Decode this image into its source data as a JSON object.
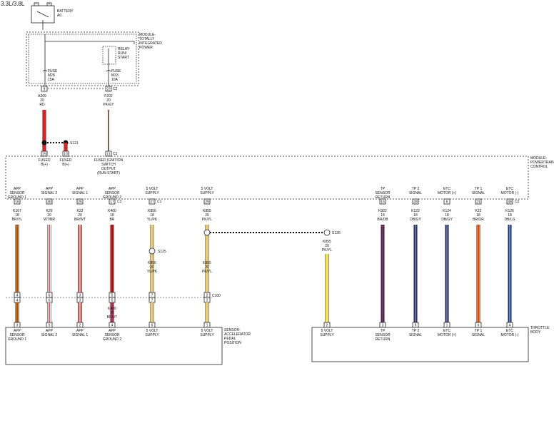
{
  "title": "3.3L/3.8L",
  "battery": {
    "name": "BATTERY",
    "id": "A0"
  },
  "tipm": {
    "lines": [
      "MODULE-",
      "TOTALLY",
      "INTEGRATED",
      "POWER"
    ]
  },
  "relay": {
    "lines": [
      "RELAY-",
      "RUN/",
      "START"
    ]
  },
  "fuse_left": {
    "lines": [
      "FUSE",
      "M28",
      "15A"
    ]
  },
  "fuse_right": {
    "lines": [
      "FUSE",
      "M33",
      "10A"
    ]
  },
  "tipm_connectors": {
    "pin_left": "9",
    "pin_right": "22",
    "conn": "C2"
  },
  "wire_a209": {
    "lines": [
      "A209",
      "20",
      "RD"
    ]
  },
  "wire_f202": {
    "lines": [
      "F202",
      "20",
      "PK/GY"
    ]
  },
  "splice_s121": "S121",
  "pcm_top_pins": {
    "p29": "29",
    "p10": "10",
    "p11": "11",
    "conn": "C1"
  },
  "pcm_top_labels": {
    "fused_b1": [
      "FUSED",
      "B(+)"
    ],
    "fused_b2": [
      "FUSED",
      "B(+)"
    ],
    "fused_ign": [
      "FUSED IGNITION",
      "SWITCH",
      "OUTPUT",
      "(RUN-START)"
    ]
  },
  "pcm": {
    "lines": [
      "MODULE-",
      "POWERTRAIN",
      "CONTROL"
    ]
  },
  "pcm_pins": [
    {
      "label": [
        "APP",
        "SENSOR",
        "GROUND 1"
      ],
      "pin": "16",
      "conn": "",
      "wire": [
        "K167",
        "18",
        "BR/YL"
      ]
    },
    {
      "label": [
        "APP",
        "SIGNAL 2"
      ],
      "pin": "30",
      "conn": "",
      "wire": [
        "K29",
        "20",
        "WT/BR"
      ]
    },
    {
      "label": [
        "APP",
        "SIGNAL 1"
      ],
      "pin": "25",
      "conn": "",
      "wire": [
        "K23",
        "20",
        "BR/WT"
      ]
    },
    {
      "label": [
        "APP",
        "SENSOR",
        "GROUND 2"
      ],
      "pin": "17",
      "conn": "C3",
      "wire": [
        "K400",
        "18",
        "BR"
      ]
    },
    {
      "label": [
        "5 VOLT",
        "SUPPLY"
      ],
      "pin": "27",
      "conn": "C1",
      "wire": [
        "K856",
        "18",
        "YL/PK"
      ]
    },
    {
      "label": [
        "5 VOLT",
        "SUPPLY"
      ],
      "pin": "29",
      "conn": "",
      "wire": [
        "K855",
        "20",
        "PK/YL"
      ]
    },
    {
      "label": [
        "TP",
        "SENSOR",
        "RETURN"
      ],
      "pin": "15",
      "conn": "",
      "wire": [
        "K922",
        "18",
        "BR/DB"
      ]
    },
    {
      "label": [
        "TP 2",
        "SIGNAL"
      ],
      "pin": "28",
      "conn": "",
      "wire": [
        "K122",
        "18",
        "DB/GY"
      ]
    },
    {
      "label": [
        "ETC",
        "MOTOR (+)"
      ],
      "pin": "6",
      "conn": "",
      "wire": [
        "K124",
        "18",
        "DB/GY"
      ]
    },
    {
      "label": [
        "TP 1",
        "SIGNAL"
      ],
      "pin": "21",
      "conn": "",
      "wire": [
        "K22",
        "18",
        "BR/OR"
      ]
    },
    {
      "label": [
        "ETC",
        "MOTOR (-)"
      ],
      "pin": "38",
      "conn": "C2",
      "wire": [
        "K126",
        "18",
        "DB/LG"
      ]
    }
  ],
  "splice_s125": {
    "name": "S125",
    "wire": [
      "K856",
      "20",
      "YL/PK"
    ]
  },
  "k855_lower": [
    "K855",
    "20",
    "PK/YL"
  ],
  "splice_s126": {
    "name": "S126",
    "wire": [
      "K855",
      "20",
      "PK/YL"
    ]
  },
  "k400_lower": [
    "K400",
    "20",
    "BR/VT"
  ],
  "c100": {
    "name": "C100",
    "pins": [
      "4",
      "6",
      "3",
      "5",
      "7",
      "2"
    ]
  },
  "app_sensor": {
    "lines": [
      "SENSOR-",
      "ACCELERATOR",
      "PEDAL",
      "POSITION"
    ],
    "pins": [
      {
        "pin": "3",
        "label": [
          "APP",
          "SENSOR",
          "GROUND 1"
        ]
      },
      {
        "pin": "5",
        "label": [
          "APP",
          "SIGNAL 2"
        ]
      },
      {
        "pin": "2",
        "label": [
          "APP",
          "SIGNAL 1"
        ]
      },
      {
        "pin": "4",
        "label": [
          "APP",
          "SENSOR",
          "GROUND 2"
        ]
      },
      {
        "pin": "6",
        "label": [
          "5 VOLT",
          "SUPPLY"
        ]
      },
      {
        "pin": "1",
        "label": [
          "5 VOLT",
          "SUPPLY"
        ]
      }
    ]
  },
  "throttle_body": {
    "lines": [
      "THROTTLE",
      "BODY"
    ],
    "pins": [
      {
        "pin": "2",
        "label": [
          "5 VOLT",
          "SUPPLY"
        ]
      },
      {
        "pin": "3",
        "label": [
          "TP",
          "SENSOR",
          "RETURN"
        ]
      },
      {
        "pin": "5",
        "label": [
          "TP 2",
          "SIGNAL"
        ]
      },
      {
        "pin": "1",
        "label": [
          "ETC",
          "MOTOR (+)"
        ]
      },
      {
        "pin": "6",
        "label": [
          "TP 1",
          "SIGNAL"
        ]
      },
      {
        "pin": "4",
        "label": [
          "ETC",
          "MOTOR (-)"
        ]
      }
    ]
  },
  "colors": {
    "red": "#e0201c",
    "yellow": "#f2e64a",
    "navy": "#1c2a7a",
    "orange": "#f08a1e",
    "brown": "#6b3a1e",
    "gray": "#8a8f96",
    "pink": "#e6a8b8",
    "white": "#ffffff"
  }
}
